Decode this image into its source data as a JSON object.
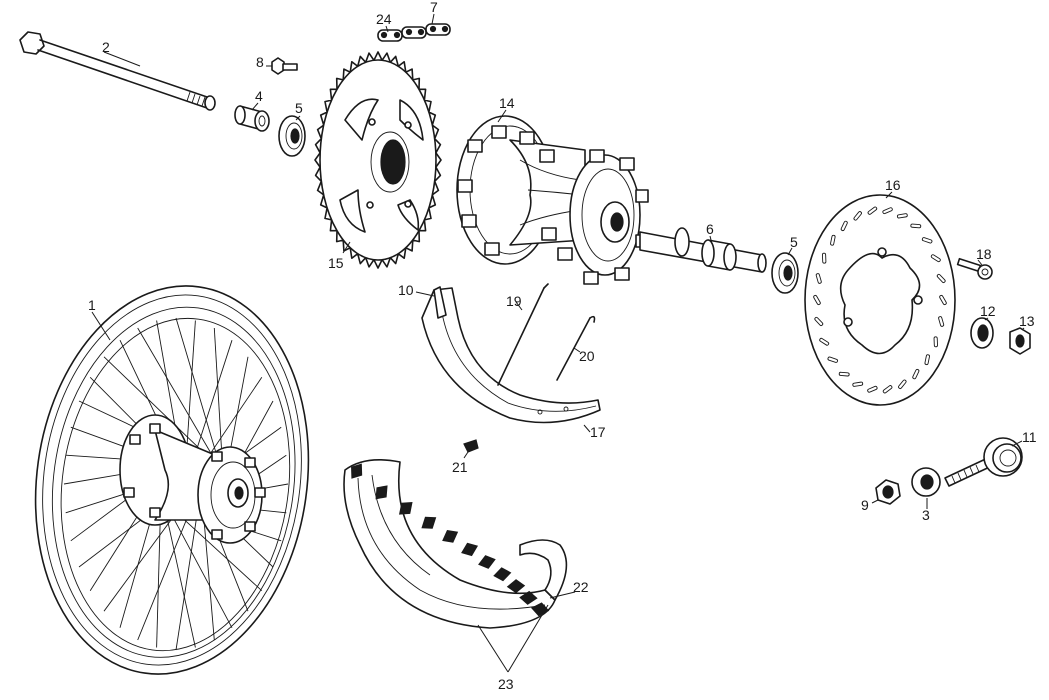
{
  "diagram": {
    "callouts": {
      "c1": "1",
      "c2": "2",
      "c3": "3",
      "c4": "4",
      "c5a": "5",
      "c5b": "5",
      "c6": "6",
      "c7": "7",
      "c8": "8",
      "c9": "9",
      "c10": "10",
      "c11": "11",
      "c12": "12",
      "c13": "13",
      "c14": "14",
      "c15": "15",
      "c16": "16",
      "c17": "17",
      "c18": "18",
      "c19": "19",
      "c20": "20",
      "c21": "21",
      "c22": "22",
      "c23": "23",
      "c24": "24"
    }
  }
}
